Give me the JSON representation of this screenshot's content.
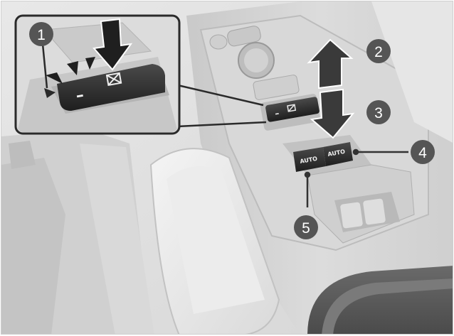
{
  "callouts": [
    {
      "id": 1,
      "label": "1"
    },
    {
      "id": 2,
      "label": "2"
    },
    {
      "id": 3,
      "label": "3"
    },
    {
      "id": 4,
      "label": "4"
    },
    {
      "id": 5,
      "label": "5"
    }
  ],
  "switches": {
    "front_left": "AUTO",
    "front_right": "AUTO",
    "lock_minus": "–"
  },
  "icons": {
    "window_lock": "window-lock-icon",
    "arrow_up": "arrow-up-icon",
    "arrow_down": "arrow-down-icon",
    "press_arrow": "press-arrow-icon"
  },
  "colors": {
    "background": "#e2e2e2",
    "panel": "#d4d4d4",
    "switch": "#2b2b2b",
    "callout": "#555555",
    "arrow": "#3a3a3a"
  }
}
